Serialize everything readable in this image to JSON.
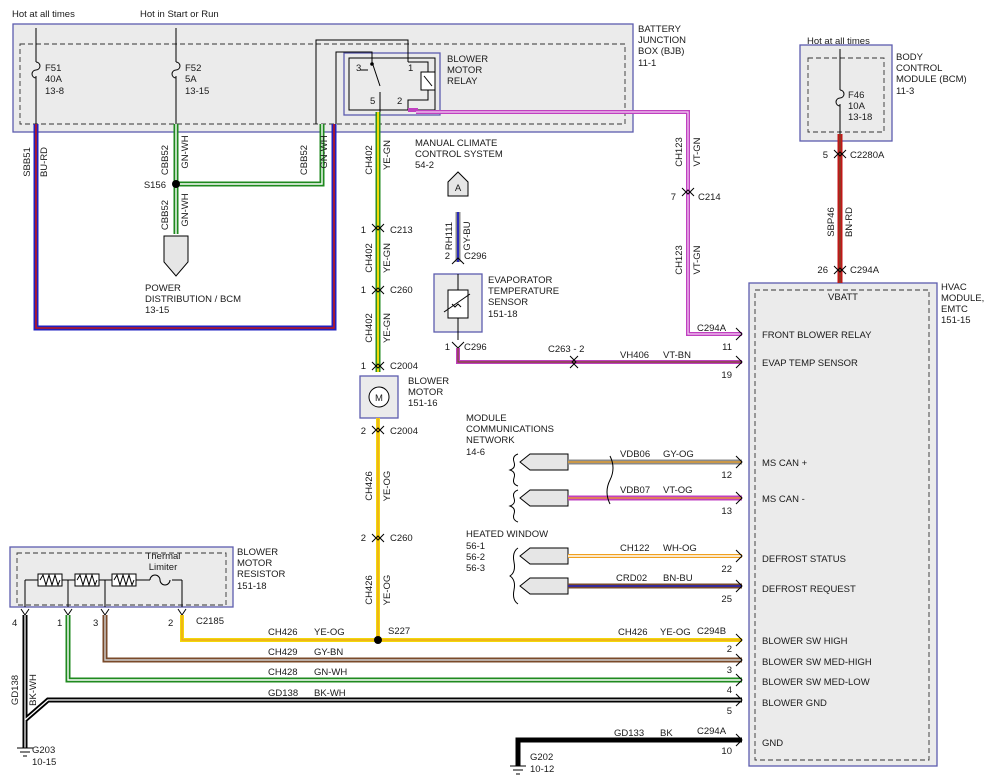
{
  "title_notes": {
    "hot_at_all_times": "Hot at all times",
    "hot_in_start_or_run": "Hot in Start or Run",
    "hot_at_all_times_bcm": "Hot at all times"
  },
  "bjb": {
    "lines": [
      "BATTERY",
      "JUNCTION",
      "BOX (BJB)",
      "11-1"
    ]
  },
  "bcm": {
    "lines": [
      "BODY",
      "CONTROL",
      "MODULE (BCM)",
      "11-3"
    ]
  },
  "hvac": {
    "lines": [
      "HVAC",
      "MODULE,",
      "EMTC",
      "151-15"
    ],
    "vbatt": "VBATT"
  },
  "relay": {
    "lines": [
      "BLOWER",
      "MOTOR",
      "RELAY"
    ],
    "pins": [
      "3",
      "1",
      "5",
      "2"
    ]
  },
  "fuses": [
    {
      "name": "F51",
      "rating": "40A",
      "ref": "13-8"
    },
    {
      "name": "F52",
      "rating": "5A",
      "ref": "13-15"
    },
    {
      "name": "F46",
      "rating": "10A",
      "ref": "13-18"
    }
  ],
  "manual_climate": {
    "lines": [
      "MANUAL CLIMATE",
      "CONTROL SYSTEM",
      "54-2"
    ],
    "connector": "A"
  },
  "evap_sensor": {
    "lines": [
      "EVAPORATOR",
      "TEMPERATURE",
      "SENSOR",
      "151-18"
    ]
  },
  "blower_motor": {
    "lines": [
      "BLOWER",
      "MOTOR",
      "151-16"
    ],
    "symbol": "M"
  },
  "resistor": {
    "lines": [
      "BLOWER",
      "MOTOR",
      "RESISTOR",
      "151-18"
    ],
    "thermal_lines": [
      "Thermal",
      "Limiter"
    ],
    "pins": [
      "4",
      "1",
      "3",
      "2"
    ]
  },
  "power_dist": {
    "lines": [
      "POWER",
      "DISTRIBUTION / BCM",
      "13-15"
    ]
  },
  "mcn": {
    "lines": [
      "MODULE",
      "COMMUNICATIONS",
      "NETWORK",
      "14-6"
    ]
  },
  "heated_window": {
    "lines": [
      "HEATED WINDOW",
      "56-1",
      "56-2",
      "56-3"
    ]
  },
  "grounds": [
    {
      "name": "G203",
      "ref": "10-15"
    },
    {
      "name": "G202",
      "ref": "10-12"
    }
  ],
  "splices": [
    "S156",
    "S227"
  ],
  "connectors": {
    "c2280a": "C2280A",
    "c294a": "C294A",
    "c294a_gnd": "C294A",
    "c294b": "C294B",
    "c214": "C214",
    "c213": "C213",
    "c260a": "C260",
    "c260b": "C260",
    "c2004a": "C2004",
    "c2004b": "C2004",
    "c296a": "C296",
    "c296b": "C296",
    "c263": "C263 - 2",
    "c2185": "C2185"
  },
  "pin_numbers": {
    "c2280a": "5",
    "c294a_top": "26",
    "c214": "7",
    "c213_a": "1",
    "c260_a": "1",
    "c2004_a": "1",
    "c2004_b": "2",
    "c260_b": "2",
    "c296_a": "2",
    "c296_b": "1"
  },
  "wires": {
    "sbb51": {
      "circuit": "SBB51",
      "color": "BU-RD"
    },
    "cbb52_a": {
      "circuit": "CBB52",
      "color": "GN-WH"
    },
    "cbb52_b": {
      "circuit": "CBB52",
      "color": "GN-WH"
    },
    "cbb52_c": {
      "circuit": "CBB52",
      "color": "GN-WH"
    },
    "ch402_a": {
      "circuit": "CH402",
      "color": "YE-GN"
    },
    "ch402_b": {
      "circuit": "CH402",
      "color": "YE-GN"
    },
    "ch402_c": {
      "circuit": "CH402",
      "color": "YE-GN"
    },
    "ch123_a": {
      "circuit": "CH123",
      "color": "VT-GN"
    },
    "ch123_b": {
      "circuit": "CH123",
      "color": "VT-GN"
    },
    "sbp46": {
      "circuit": "SBP46",
      "color": "BN-RD"
    },
    "rh111": {
      "circuit": "RH111",
      "color": "GY-BU"
    },
    "ch426_a": {
      "circuit": "CH426",
      "color": "YE-OG"
    },
    "ch426_b": {
      "circuit": "CH426",
      "color": "YE-OG"
    },
    "ch426_c": {
      "circuit": "CH426",
      "color": "YE-OG"
    },
    "ch426_d": {
      "circuit": "CH426",
      "color": "YE-OG"
    },
    "gd138_v": {
      "circuit": "GD138",
      "color": "BK-WH"
    },
    "vh406": {
      "circuit": "VH406",
      "color": "VT-BN"
    },
    "vdb06": {
      "circuit": "VDB06",
      "color": "GY-OG"
    },
    "vdb07": {
      "circuit": "VDB07",
      "color": "VT-OG"
    },
    "ch122": {
      "circuit": "CH122",
      "color": "WH-OG"
    },
    "crd02": {
      "circuit": "CRD02",
      "color": "BN-BU"
    },
    "ch429": {
      "circuit": "CH429",
      "color": "GY-BN"
    },
    "ch428": {
      "circuit": "CH428",
      "color": "GN-WH"
    },
    "gd138_h": {
      "circuit": "GD138",
      "color": "BK-WH"
    },
    "gd133": {
      "circuit": "GD133",
      "color": "BK"
    }
  },
  "hvac_pins": [
    {
      "label": "FRONT BLOWER RELAY",
      "pin": "11"
    },
    {
      "label": "EVAP TEMP SENSOR",
      "pin": "19"
    },
    {
      "label": "MS CAN +",
      "pin": "12"
    },
    {
      "label": "MS CAN -",
      "pin": "13"
    },
    {
      "label": "DEFROST STATUS",
      "pin": "22"
    },
    {
      "label": "DEFROST REQUEST",
      "pin": "25"
    },
    {
      "label": "BLOWER SW HIGH",
      "pin": "2"
    },
    {
      "label": "BLOWER SW MED-HIGH",
      "pin": "3"
    },
    {
      "label": "BLOWER SW MED-LOW",
      "pin": "4"
    },
    {
      "label": "BLOWER GND",
      "pin": "5"
    },
    {
      "label": "GND",
      "pin": "10"
    }
  ],
  "wire_colors": {
    "blue": "#2020c0",
    "red": "#c01818",
    "green": "#1f8a1f",
    "white": "#ffffff",
    "yellow": "#f2d80a",
    "violet": "#c040c0",
    "gray": "#8a8a8a",
    "brown": "#7a4a2a",
    "orange": "#f0a020",
    "black": "#000000"
  }
}
